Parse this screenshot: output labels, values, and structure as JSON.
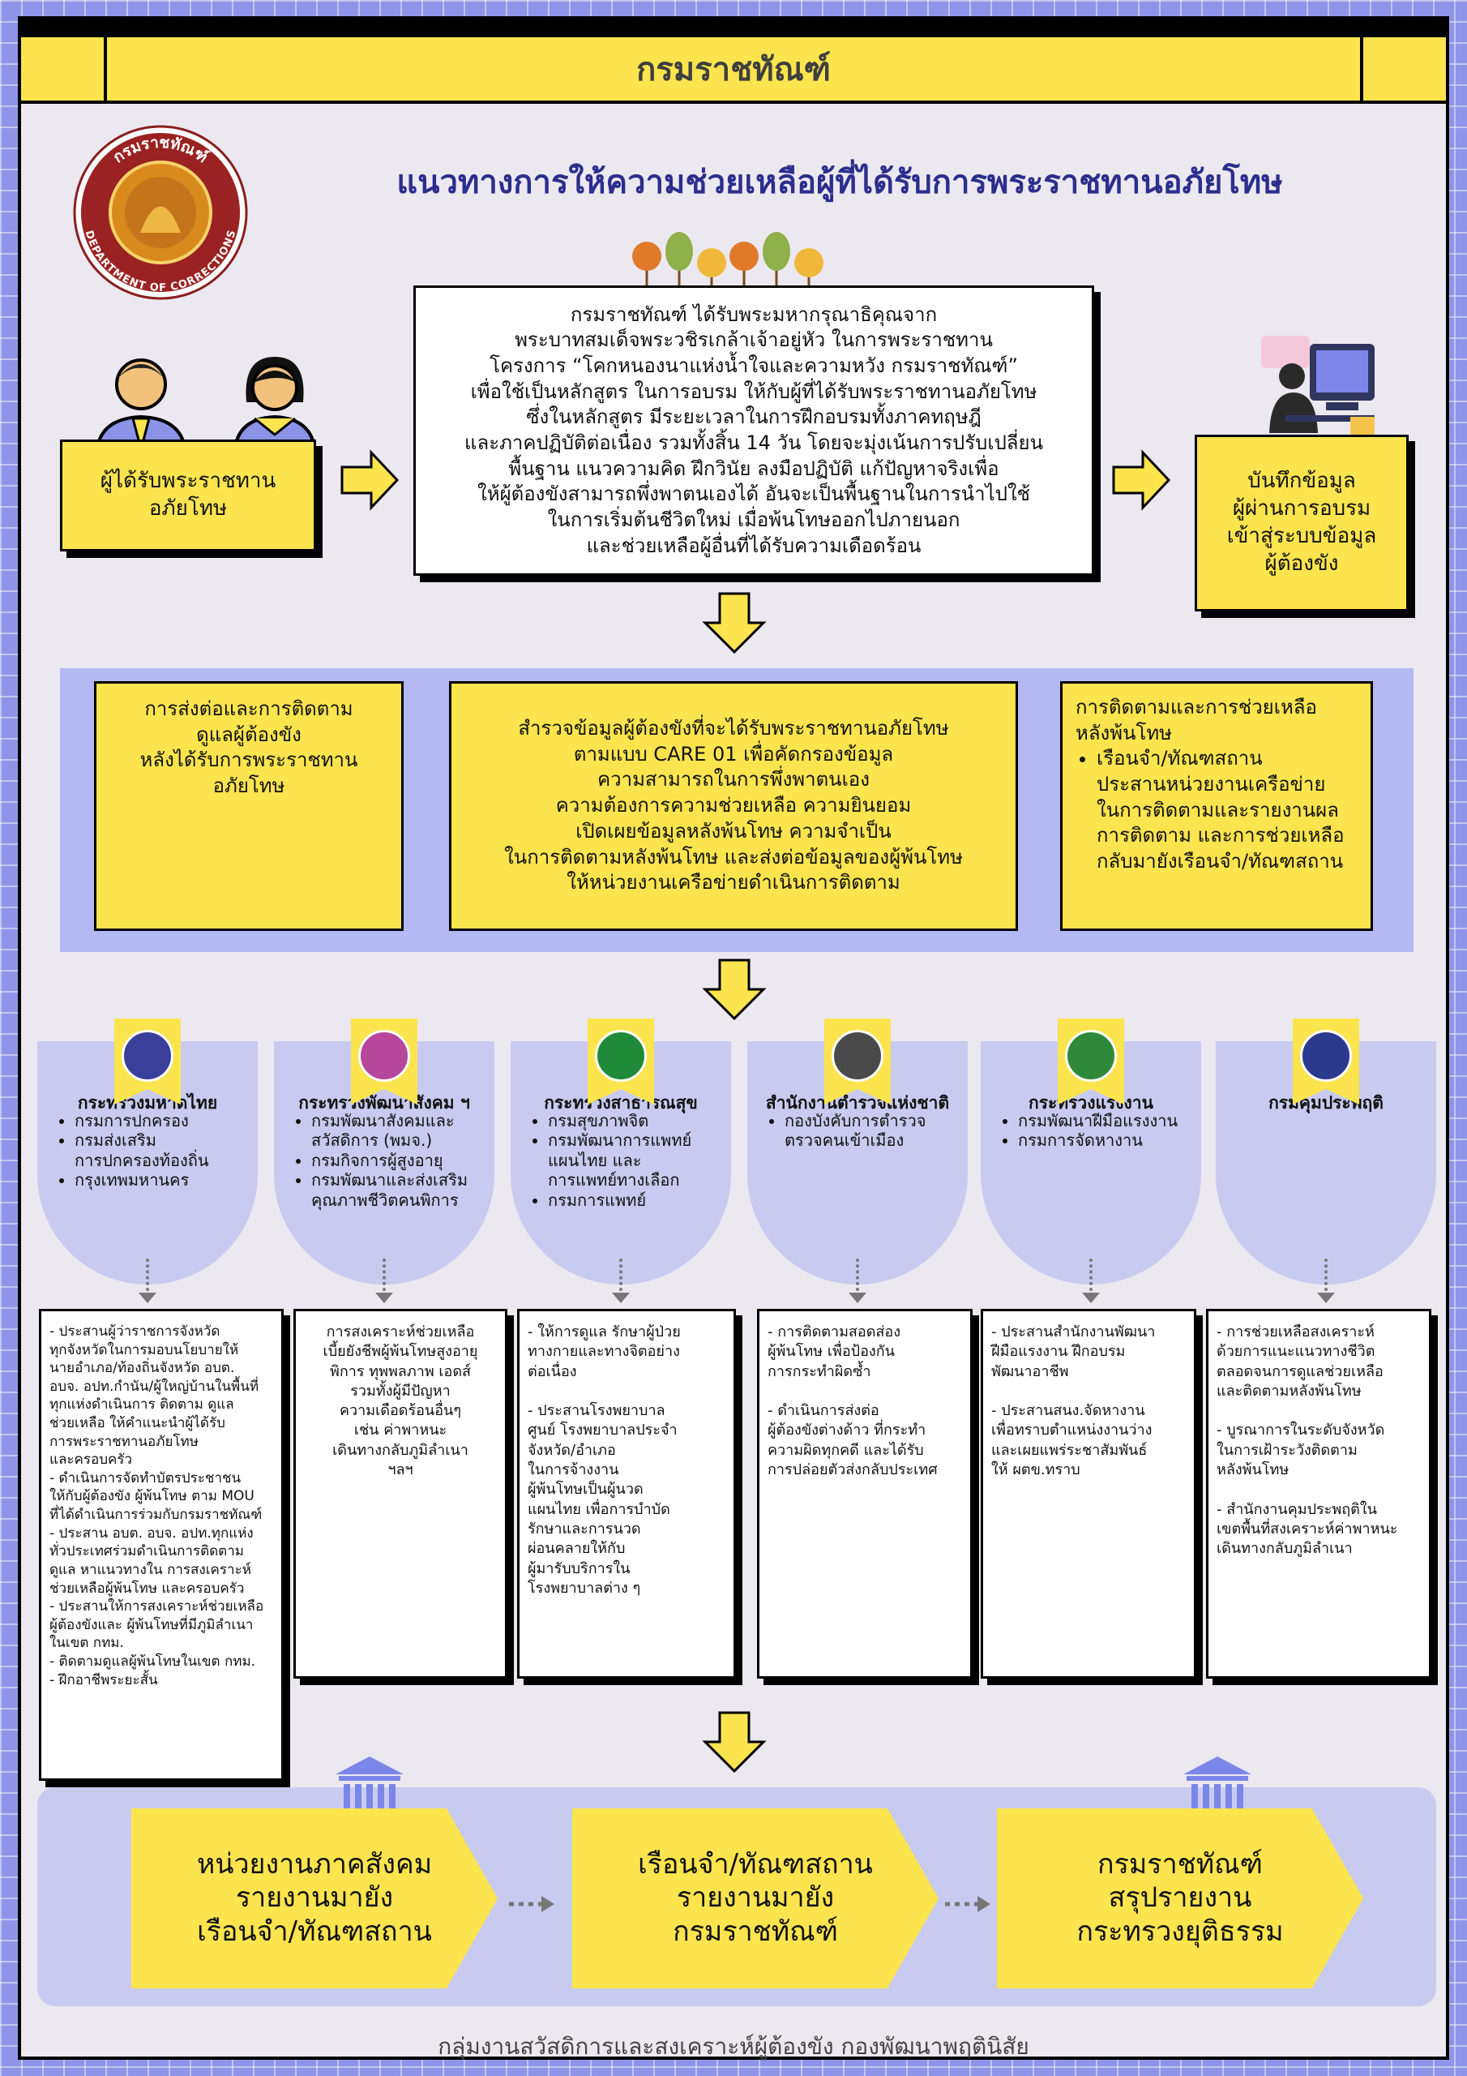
{
  "header": {
    "title": "กรมราชทัณฑ์"
  },
  "page_title": "แนวทางการให้ความช่วยเหลือผู้ที่ได้รับการพระราชทานอภัยโทษ",
  "logo": {
    "text_top": "กรมราชทัณฑ์",
    "text_bottom": "DEPARTMENT OF CORRECTIONS"
  },
  "flow1": {
    "left_box": "ผู้ได้รับพระราชทาน\nอภัยโทษ",
    "center_box": "กรมราชทัณฑ์ ได้รับพระมหากรุณาธิคุณจาก\nพระบาทสมเด็จพระวชิรเกล้าเจ้าอยู่หัว ในการพระราชทาน\nโครงการ “โคกหนองนาแห่งน้ำใจและความหวัง กรมราชทัณฑ์”\nเพื่อใช้เป็นหลักสูตร ในการอบรม ให้กับผู้ที่ได้รับพระราชทานอภัยโทษ\nซึ่งในหลักสูตร มีระยะเวลาในการฝึกอบรมทั้งภาคทฤษฎี\nและภาคปฏิบัติต่อเนื่อง รวมทั้งสิ้น 14 วัน โดยจะมุ่งเน้นการปรับเปลี่ยน\nพื้นฐาน แนวความคิด ฝึกวินัย ลงมือปฏิบัติ แก้ปัญหาจริงเพื่อ\nให้ผู้ต้องขังสามารถพึ่งพาตนเองได้ อันจะเป็นพื้นฐานในการนำไปใช้\nในการเริ่มต้นชีวิตใหม่ เมื่อพ้นโทษออกไปภายนอก\nและช่วยเหลือผู้อื่นที่ได้รับความเดือดร้อน",
    "right_box": "บันทึกข้อมูล\nผู้ผ่านการอบรม\nเข้าสู่ระบบข้อมูล\nผู้ต้องขัง"
  },
  "band": {
    "left": "การส่งต่อและการติดตาม\nดูแลผู้ต้องขัง\nหลังได้รับการพระราชทาน\nอภัยโทษ",
    "center": "สำรวจข้อมูลผู้ต้องขังที่จะได้รับพระราชทานอภัยโทษ\nตามแบบ CARE 01 เพื่อคัดกรองข้อมูล\nความสามารถในการพึ่งพาตนเอง\nความต้องการความช่วยเหลือ ความยินยอม\nเปิดเผยข้อมูลหลังพ้นโทษ ความจำเป็น\nในการติดตามหลังพ้นโทษ และส่งต่อข้อมูลของผู้พ้นโทษ\nให้หน่วยงานเครือข่ายดำเนินการติดตาม",
    "right_title": "การติดตามและการช่วยเหลือ\nหลังพ้นโทษ",
    "right_bullet": "เรือนจำ/ทัณฑสถาน\nประสานหน่วยงานเครือข่าย\nในการติดตามและรายงานผล\nการติดตาม และการช่วยเหลือ\nกลับมายังเรือนจำ/ทัณฑสถาน"
  },
  "agencies": [
    {
      "name": "กระทรวงมหาดไทย",
      "items": [
        "กรมการปกครอง",
        "กรมส่งเสริม\nการปกครองท้องถิ่น",
        "กรุงเทพมหานคร"
      ],
      "seal_color": "#3a3f9a"
    },
    {
      "name": "กระทรวงพัฒนาสังคม ฯ",
      "items": [
        "กรมพัฒนาสังคมและ\nสวัสดิการ (พมจ.)",
        "กรมกิจการผู้สูงอายุ",
        "กรมพัฒนาและส่งเสริม\nคุณภาพชีวิตคนพิการ"
      ],
      "seal_color": "#b6479a"
    },
    {
      "name": "กระทรวงสาธารณสุข",
      "items": [
        "กรมสุขภาพจิต",
        "กรมพัฒนาการแพทย์\nแผนไทย และ\nการแพทย์ทางเลือก",
        "กรมการแพทย์"
      ],
      "seal_color": "#1f8a3a"
    },
    {
      "name": "สำนักงานตำรวจแห่งชาติ",
      "items": [
        "กองบังคับการตำรวจ\nตรวจคนเข้าเมือง"
      ],
      "seal_color": "#4a4a4a"
    },
    {
      "name": "กระทรวงแรงงาน",
      "items": [
        "กรมพัฒนาฝีมือแรงงาน",
        "กรมการจัดหางาน"
      ],
      "seal_color": "#2e8a3a"
    },
    {
      "name": "กรมคุมประพฤติ",
      "items": [],
      "seal_color": "#2b3a8c"
    }
  ],
  "notes": [
    "- ประสานผู้ว่าราชการจังหวัด\nทุกจังหวัดในการมอบนโยบายให้\nนายอำเภอ/ท้องถิ่นจังหวัด อบต.\nอบจ. อปท.กำนัน/ผู้ใหญ่บ้านในพื้นที่\nทุกแห่งดำเนินการ ติดตาม ดูแล\nช่วยเหลือ ให้คำแนะนำผู้ได้รับ\nการพระราชทานอภัยโทษ\nและครอบครัว\n- ดำเนินการจัดทำบัตรประชาชน\nให้กับผู้ต้องขัง ผู้พ้นโทษ ตาม MOU\nที่ได้ดำเนินการร่วมกับกรมราชทัณฑ์\n- ประสาน อบต. อบจ. อปท.ทุกแห่ง\nทั่วประเทศร่วมดำเนินการติดตาม\nดูแล  หาแนวทางใน การสงเคราะห์\nช่วยเหลือผู้พ้นโทษ และครอบครัว\n- ประสานให้การสงเคราะห์ช่วยเหลือ\nผู้ต้องขังและ ผู้พ้นโทษที่มีภูมิลำเนา\nในเขต กทม.\n- ติดตามดูแลผู้พ้นโทษในเขต กทม.\n- ฝึกอาชีพระยะสั้น",
    "การสงเคราะห์ช่วยเหลือ\nเบี้ยยังชีพผู้พ้นโทษสูงอายุ\nพิการ ทุพพลภาพ เอดส์\nรวมทั้งผู้มีปัญหา\nความเดือดร้อนอื่นๆ\nเช่น ค่าพาหนะ\nเดินทางกลับภูมิลำเนา\nฯลฯ",
    "- ให้การดูแล รักษาผู้ป่วย\nทางกายและทางจิตอย่าง\nต่อเนื่อง\n\n- ประสานโรงพยาบาล\nศูนย์ โรงพยาบาลประจำ\nจังหวัด/อำเภอ\nในการจ้างงาน\nผู้พ้นโทษเป็นผู้นวด\nแผนไทย เพื่อการบำบัด\nรักษาและการนวด\nผ่อนคลายให้กับ\nผู้มารับบริการใน\nโรงพยาบาลต่าง ๆ",
    "- การติดตามสอดส่อง\nผู้พ้นโทษ เพื่อป้องกัน\nการกระทำผิดซ้ำ\n\n- ดำเนินการส่งต่อ\nผู้ต้องขังต่างด้าว ที่กระทำ\nความผิดทุกคดี และได้รับ\nการปล่อยตัวส่งกลับประเทศ",
    "- ประสานสำนักงานพัฒนา\nฝีมือแรงงาน ฝึกอบรม\nพัฒนาอาชีพ\n\n- ประสานสนง.จัดหางาน\nเพื่อทราบตำแหน่งงานว่าง\nและเผยแพร่ระชาสัมพันธ์\nให้ ผตข.ทราบ",
    "- การช่วยเหลือสงเคราะห์\nด้วยการแนะแนวทางชีวิต\nตลอดจนการดูแลช่วยเหลือ\nและติดตามหลังพ้นโทษ\n\n- บูรณาการในระดับจังหวัด\nในการเฝ้าระวังติดตาม\nหลังพ้นโทษ\n\n- สำนักงานคุมประพฤติใน\nเขตพื้นที่สงเคราะห์ค่าพาหนะ\nเดินทางกลับภูมิลำเนา"
  ],
  "report_flow": [
    "หน่วยงานภาคสังคม\nรายงานมายัง\nเรือนจำ/ทัณฑสถาน",
    "เรือนจำ/ทัณฑสถาน\nรายงานมายัง\nกรมราชทัณฑ์",
    "กรมราชทัณฑ์\nสรุปรายงาน\nกระทรวงยุติธรรม"
  ],
  "footer": "กลุ่มงานสวัสดิการและสงเคราะห์ผู้ต้องขัง กองพัฒนาพฤตินิสัย",
  "colors": {
    "yellow": "#fbe44d",
    "navy_title": "#2b2e8c",
    "lavender": "#b4b9f3",
    "pale_lavender": "#c8cbef",
    "page_bg": "#ece8f0"
  }
}
